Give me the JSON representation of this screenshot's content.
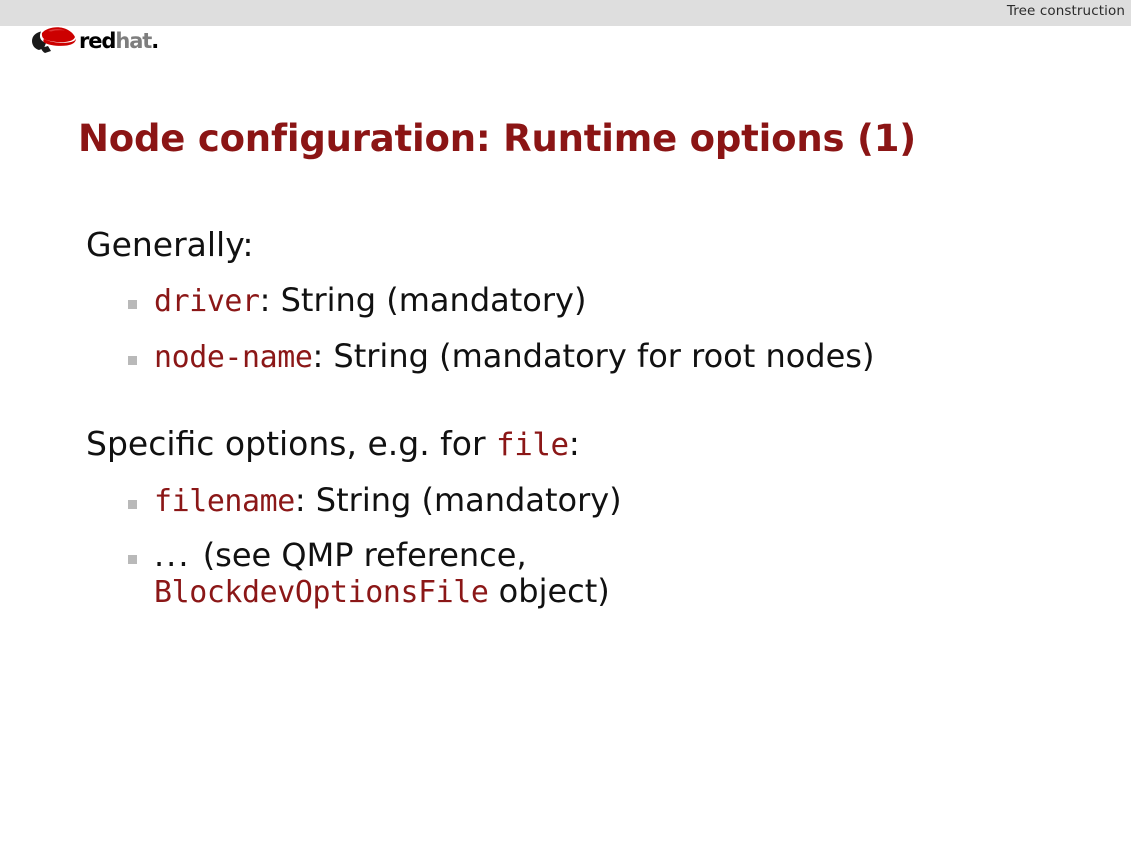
{
  "header": {
    "section_title": "Tree construction",
    "band_color": "#dedede"
  },
  "logo": {
    "name": "red-hat-shadowman-logo",
    "word_red": "red",
    "word_hat": "hat",
    "word_dot": ".",
    "hat_color": "#cc0000",
    "shadow_color": "#1a1a1a"
  },
  "slide": {
    "title": "Node configuration: Runtime options (1)",
    "title_color": "#8b1515",
    "accent_color": "#8b1717",
    "bullet_color": "#b9b9b9",
    "sections": [
      {
        "lead": {
          "parts": [
            {
              "text": "Generally:",
              "style": "plain"
            }
          ]
        },
        "items": [
          {
            "lines": [
              {
                "parts": [
                  {
                    "text": "driver",
                    "style": "code"
                  },
                  {
                    "text": ": String (mandatory)",
                    "style": "plain"
                  }
                ]
              }
            ]
          },
          {
            "lines": [
              {
                "parts": [
                  {
                    "text": "node-name",
                    "style": "code"
                  },
                  {
                    "text": ": String (mandatory for root nodes)",
                    "style": "plain"
                  }
                ]
              }
            ]
          }
        ]
      },
      {
        "lead": {
          "parts": [
            {
              "text": "Specific options, e.g. for ",
              "style": "plain"
            },
            {
              "text": "file",
              "style": "code"
            },
            {
              "text": ":",
              "style": "plain"
            }
          ]
        },
        "items": [
          {
            "lines": [
              {
                "parts": [
                  {
                    "text": "filename",
                    "style": "code"
                  },
                  {
                    "text": ": String (mandatory)",
                    "style": "plain"
                  }
                ]
              }
            ]
          },
          {
            "lines": [
              {
                "parts": [
                  {
                    "text": "... ",
                    "style": "dots"
                  },
                  {
                    "text": "(see QMP reference,",
                    "style": "plain"
                  }
                ]
              },
              {
                "parts": [
                  {
                    "text": "BlockdevOptionsFile",
                    "style": "code"
                  },
                  {
                    "text": " object)",
                    "style": "plain"
                  }
                ]
              }
            ]
          }
        ]
      }
    ]
  }
}
